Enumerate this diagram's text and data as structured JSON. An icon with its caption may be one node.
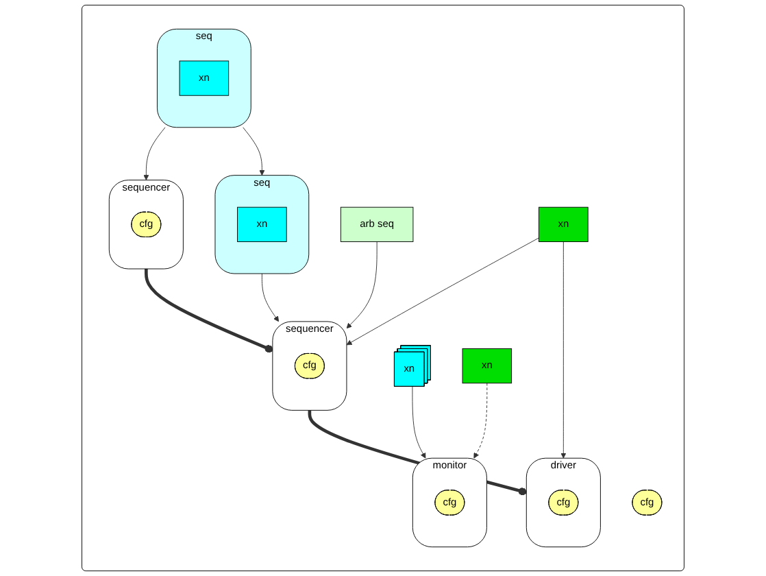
{
  "diagram": {
    "nodes": [
      {
        "text": [],
        "shape": "box"
      },
      {
        "text": [
          "cfg"
        ],
        "in": 0
      },
      {
        "text": [
          "sequencer"
        ],
        "in": 0
      },
      {
        "text": [
          "cfg"
        ],
        "in": 2
      },
      {
        "text": [
          "seq"
        ],
        "in": 0
      },
      {
        "text": [
          "xn"
        ],
        "in": 4
      },
      {
        "text": [
          "arb seq"
        ],
        "in": 0
      },
      {
        "text": [
          "seq"
        ],
        "in": 0
      },
      {
        "text": [
          "xn"
        ],
        "in": 7
      },
      {
        "text": [
          "sequencer"
        ],
        "in": 0
      },
      {
        "text": [
          "cfg"
        ],
        "in": 9
      },
      {
        "text": [
          "xn"
        ],
        "in": 0
      },
      {
        "text": [
          "driver"
        ],
        "in": 0
      },
      {
        "text": [
          "cfg"
        ],
        "in": 12
      },
      {
        "text": [
          "xn"
        ],
        "in": 0
      },
      {
        "text": [
          "xn"
        ],
        "in": 0
      },
      {
        "text": [
          "monitor"
        ],
        "in": 0
      },
      {
        "text": [
          "cfg"
        ],
        "in": 16
      }
    ],
    "edges": [
      {
        "from": 4,
        "to": 2,
        "arrow": "to"
      },
      {
        "from": 4,
        "to": 7,
        "arrow": "to"
      },
      {
        "from": 2,
        "to": 9,
        "arrow": "other",
        "style": "thick"
      },
      {
        "from": 6,
        "to": 9,
        "arrow": "to"
      },
      {
        "from": 7,
        "to": 9,
        "arrow": "to"
      },
      {
        "from": 11,
        "to": 9,
        "arrow": "to"
      },
      {
        "from": 11,
        "to": 12,
        "arrow": "to"
      },
      {
        "from": 9,
        "to": 12,
        "arrow": "other",
        "style": "thick"
      },
      {
        "from": 14,
        "to": 16,
        "arrow": "to"
      },
      {
        "from": 15,
        "to": 16,
        "arrow": "to",
        "style": "dashed"
      }
    ]
  }
}
